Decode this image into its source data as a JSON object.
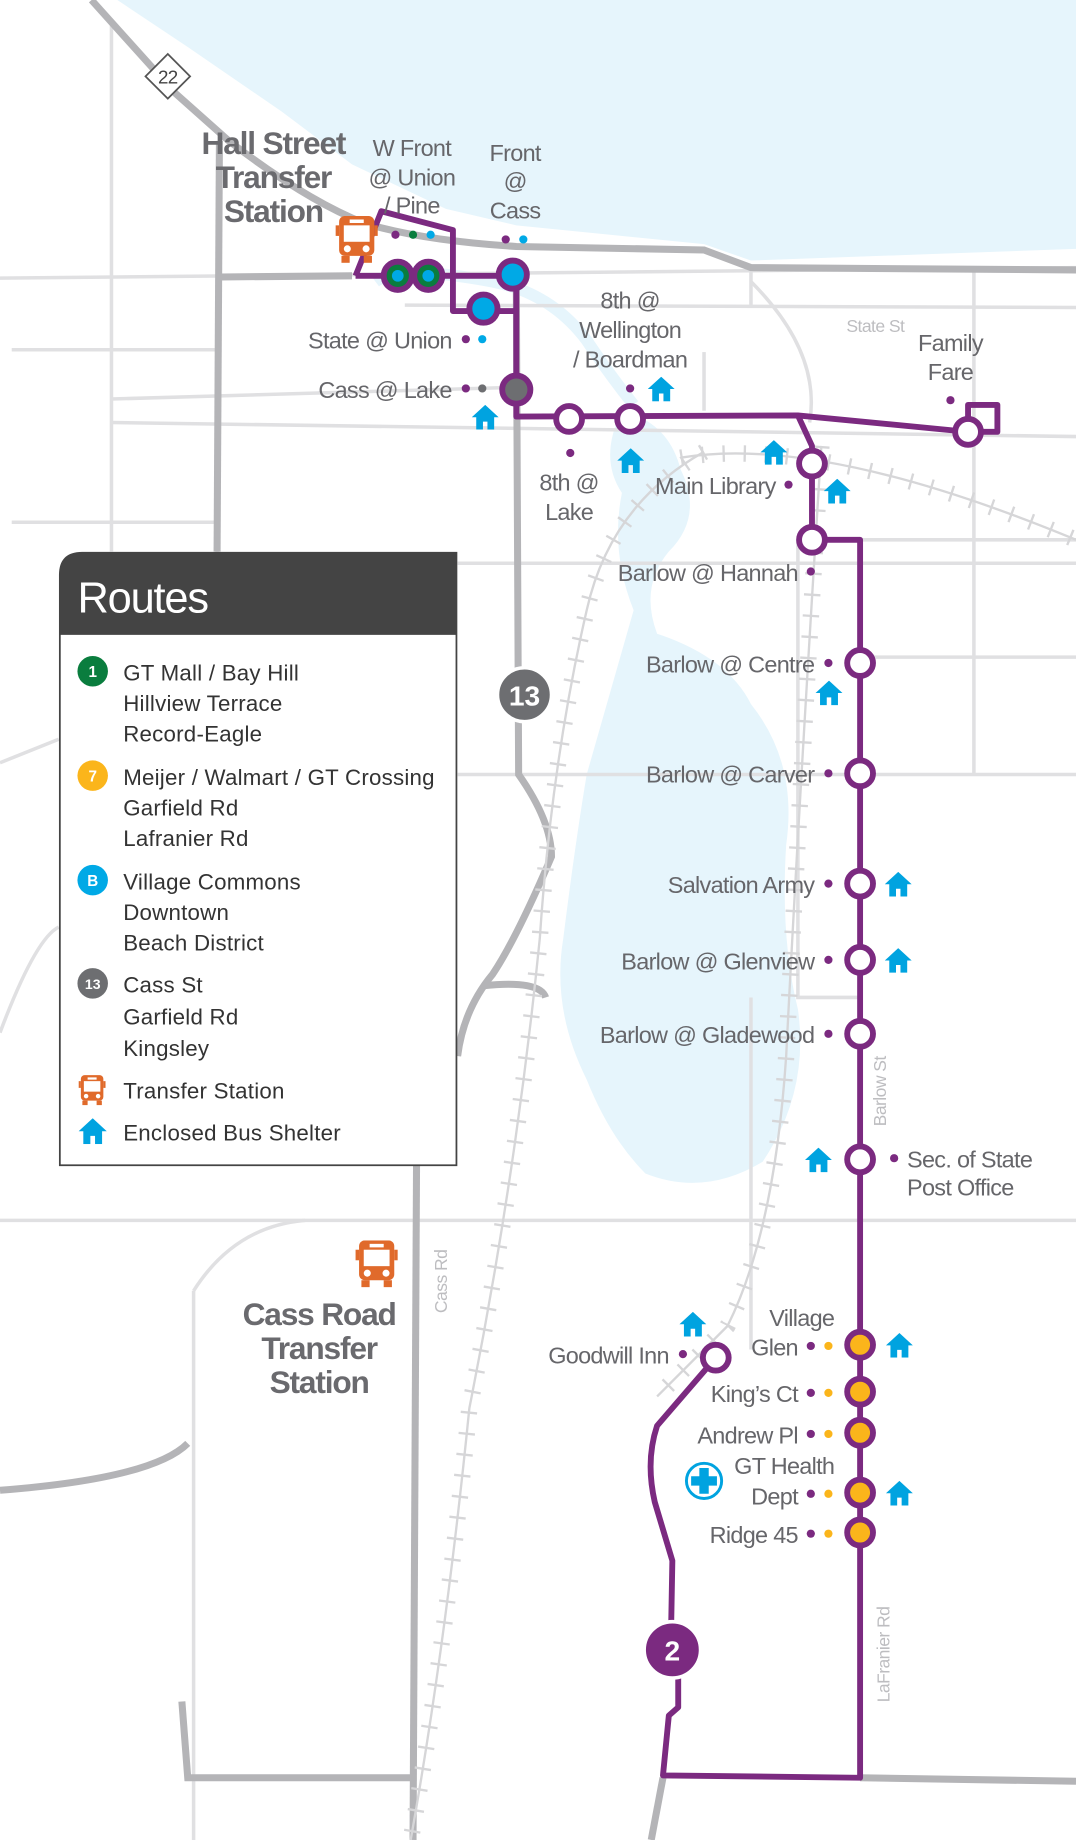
{
  "colors": {
    "route2": "#7b2a80",
    "route1": "#0a7d3e",
    "route7": "#fbb51b",
    "routeB": "#00a9e6",
    "route13": "#6d6e71",
    "transfer": "#e06a2b",
    "shelter": "#00a3e0",
    "water": "#e6f5fc"
  },
  "highway_shield": "22",
  "route_badges": {
    "r13": "13",
    "r2": "2"
  },
  "streets": {
    "state": "State St",
    "barlow": "Barlow St",
    "cass": "Cass Rd",
    "lafranier": "LaFranier Rd"
  },
  "stations": {
    "hall": [
      "Hall Street",
      "Transfer",
      "Station"
    ],
    "cass_road": [
      "Cass Road",
      "Transfer",
      "Station"
    ]
  },
  "stops": {
    "w_front": [
      "W Front",
      "@ Union",
      "/ Pine"
    ],
    "front_cass": [
      "Front",
      "@",
      "Cass"
    ],
    "eighth_wellington": [
      "8th @",
      "Wellington",
      "/ Boardman"
    ],
    "state_union": "State @ Union",
    "cass_lake": "Cass @ Lake",
    "eighth_lake": [
      "8th @",
      "Lake"
    ],
    "main_library": "Main Library",
    "family_fare": [
      "Family",
      "Fare"
    ],
    "barlow_hannah": "Barlow @ Hannah",
    "barlow_centre": "Barlow @ Centre",
    "barlow_carver": "Barlow @ Carver",
    "salvation_army": "Salvation Army",
    "barlow_glenview": "Barlow @ Glenview",
    "barlow_gladewood": "Barlow @ Gladewood",
    "sec_state": [
      "Sec. of State",
      "Post Office"
    ],
    "goodwill": "Goodwill Inn",
    "village_glen": [
      "Village",
      "Glen"
    ],
    "kings_ct": "King’s Ct",
    "andrew_pl": "Andrew Pl",
    "gt_health": [
      "GT Health",
      "Dept"
    ],
    "ridge45": "Ridge 45"
  },
  "legend": {
    "title": "Routes",
    "items": [
      {
        "badge": "1",
        "lines": [
          "GT Mall / Bay Hill",
          "Hillview Terrace",
          "Record-Eagle"
        ]
      },
      {
        "badge": "7",
        "lines": [
          "Meijer / Walmart / GT Crossing",
          "Garfield Rd",
          "Lafranier Rd"
        ]
      },
      {
        "badge": "B",
        "lines": [
          "Village Commons",
          "Downtown",
          "Beach District"
        ]
      },
      {
        "badge": "13",
        "lines": [
          "Cass St",
          "Garfield Rd",
          "Kingsley"
        ]
      }
    ],
    "transfer_label": "Transfer Station",
    "shelter_label": "Enclosed Bus Shelter"
  }
}
